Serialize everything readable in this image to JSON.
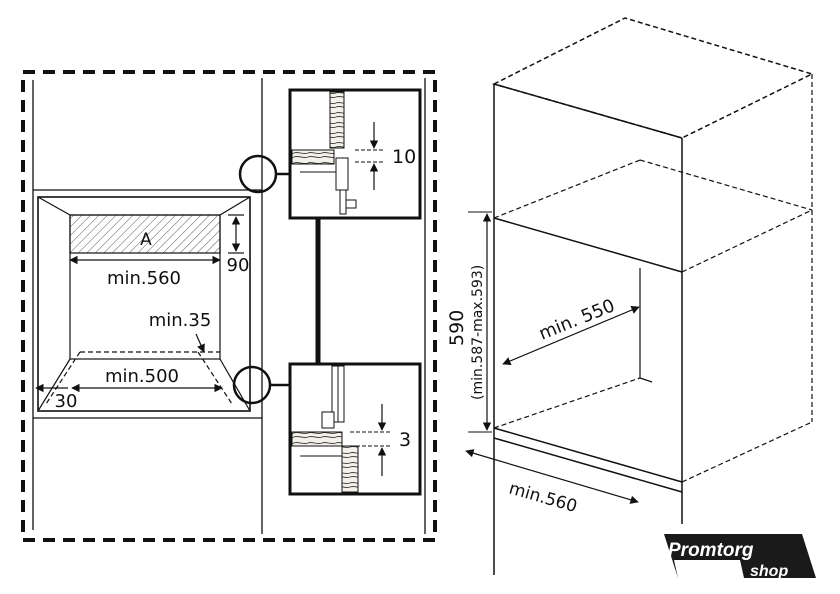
{
  "left_view": {
    "label_a": "A",
    "dim_width_top": "min.560",
    "dim_height_top": "90",
    "dim_gap_side": "min.35",
    "dim_width_bottom": "min.500",
    "dim_depth": "30"
  },
  "details": {
    "top_gap": "10",
    "bottom_gap": "3"
  },
  "right_view": {
    "depth": "min. 550",
    "height": "590",
    "height_range": "(min.587-max.593)",
    "width": "min.560"
  },
  "logo": {
    "line1": "Promtorg",
    "line2": "shop"
  },
  "colors": {
    "line": "#111111",
    "logo_bg": "#1a1a1a",
    "logo_text": "#ffffff"
  }
}
